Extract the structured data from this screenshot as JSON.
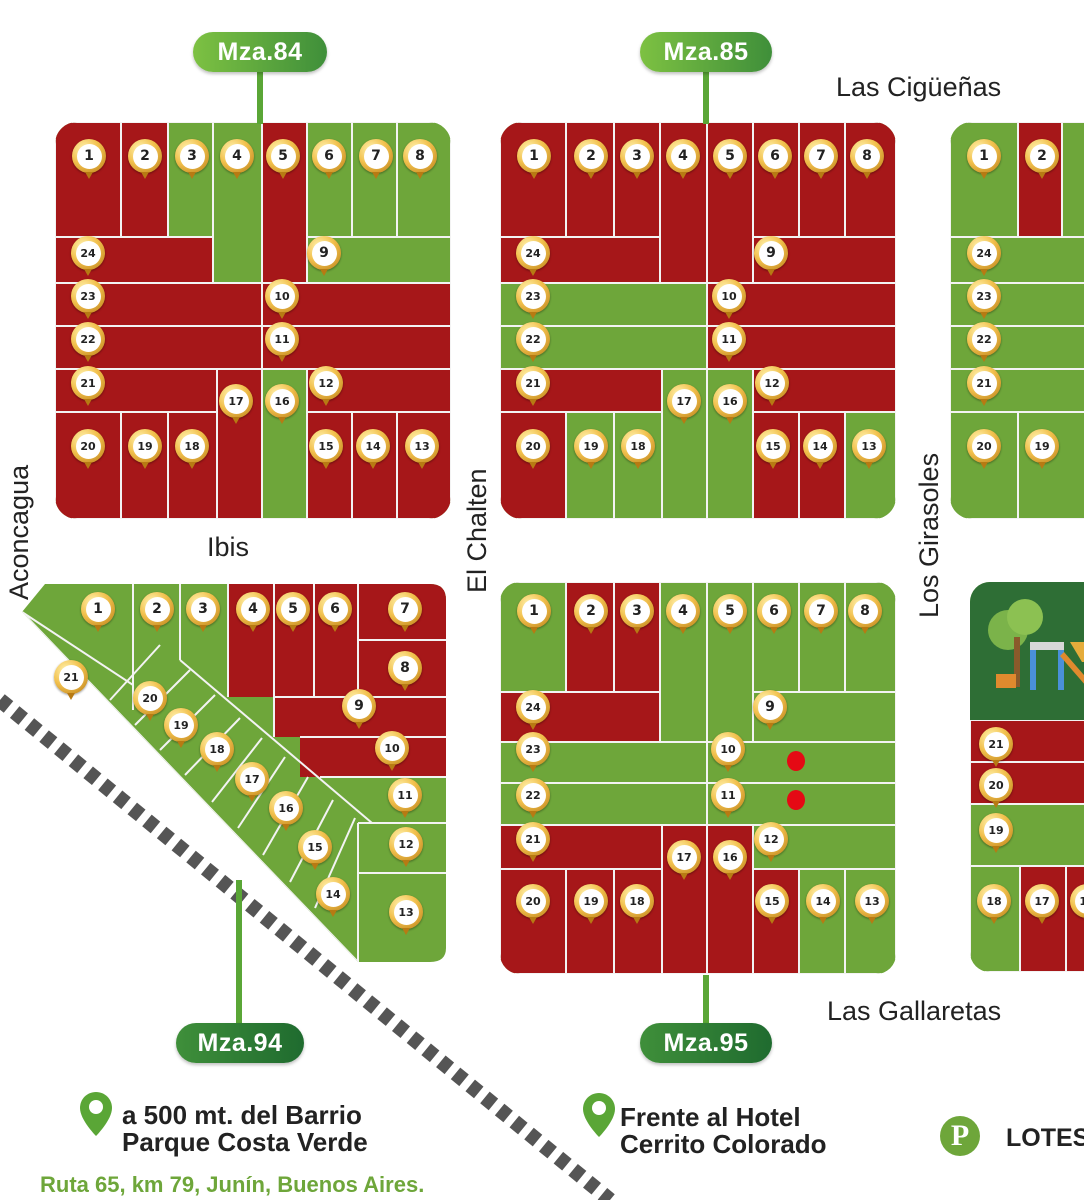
{
  "colors": {
    "sold": "#a61719",
    "available": "#6ea63a",
    "park": "#2e6e35",
    "marker": "#e50914"
  },
  "manzanas": {
    "m84": "Mza.84",
    "m85": "Mza.85",
    "m94": "Mza.94",
    "m95": "Mza.95"
  },
  "streets": {
    "las_ciguenas": "Las Cigüeñas",
    "ibis": "Ibis",
    "aconcagua": "Aconcagua",
    "el_chalten": "El Chalten",
    "los_girasoles": "Los Girasoles",
    "las_gallaretas": "Las Gallaretas"
  },
  "footer": {
    "location1_line1": "a 500 mt. del Barrio",
    "location1_line2": "Parque Costa Verde",
    "location2_line1": "Frente al Hotel",
    "location2_line2": "Cerrito Colorado",
    "brand_letter": "P",
    "brand_text": "LOTES",
    "address": "Ruta 65, km 79, Junín, Buenos Aires."
  },
  "lot_status": {
    "mza84": {
      "1": "sold",
      "2": "sold",
      "3": "available",
      "4": "available",
      "5": "sold",
      "6": "available",
      "7": "available",
      "8": "available",
      "9": "available",
      "10": "sold",
      "11": "sold",
      "12": "sold",
      "13": "sold",
      "14": "sold",
      "15": "sold",
      "16": "available",
      "17": "sold",
      "18": "sold",
      "19": "sold",
      "20": "sold",
      "21": "sold",
      "22": "sold",
      "23": "sold",
      "24": "sold"
    },
    "mza85": {
      "1": "sold",
      "2": "sold",
      "3": "sold",
      "4": "sold",
      "5": "sold",
      "6": "sold",
      "7": "sold",
      "8": "sold",
      "9": "sold",
      "10": "sold",
      "11": "sold",
      "12": "sold",
      "13": "available",
      "14": "sold",
      "15": "sold",
      "16": "available",
      "17": "available",
      "18": "available",
      "19": "available",
      "20": "sold",
      "21": "sold",
      "22": "available",
      "23": "available",
      "24": "sold"
    },
    "mza86_partial": {
      "1": "available",
      "2": "sold",
      "24": "available",
      "23": "available",
      "22": "available",
      "21": "available",
      "20": "available",
      "19": "available"
    },
    "mza94": {
      "1": "available",
      "2": "available",
      "3": "available",
      "4": "sold",
      "5": "sold",
      "6": "sold",
      "7": "sold",
      "8": "sold",
      "9": "sold",
      "10": "sold",
      "11": "available",
      "12": "available",
      "13": "available",
      "14": "available",
      "15": "available",
      "16": "available",
      "17": "available",
      "18": "available",
      "19": "available",
      "20": "available",
      "21": "available"
    },
    "mza95": {
      "1": "available",
      "2": "sold",
      "3": "sold",
      "4": "available",
      "5": "available",
      "6": "available",
      "7": "available",
      "8": "available",
      "9": "available",
      "10": "available",
      "11": "available",
      "12": "available",
      "13": "available",
      "14": "available",
      "15": "sold",
      "16": "sold",
      "17": "sold",
      "18": "sold",
      "19": "sold",
      "20": "sold",
      "21": "sold",
      "22": "available",
      "23": "available",
      "24": "sold"
    },
    "mza96_partial": {
      "21": "sold",
      "20": "sold",
      "19": "available",
      "18": "available",
      "17": "sold",
      "16": "sold"
    }
  },
  "icons": {
    "location_pin": "map-pin-icon",
    "brand_logo": "p-logo-icon",
    "railway": "railway-track",
    "playground": "playground-icon"
  }
}
